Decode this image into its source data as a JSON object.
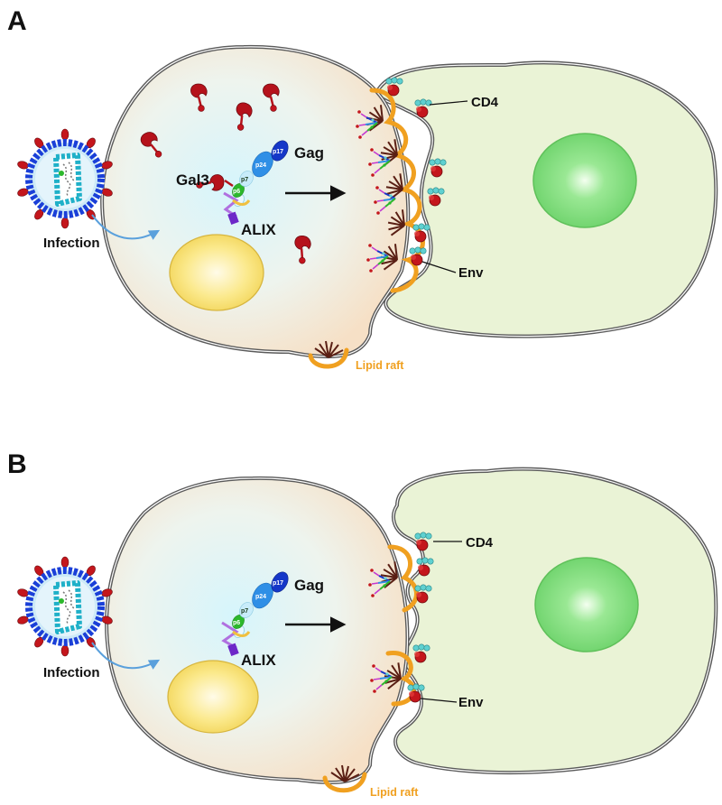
{
  "colors": {
    "membrane": "#5a5a5a",
    "donor_cell_center": "#d8f4fb",
    "donor_cell_edge": "#f6e4d0",
    "target_cell": "#eaf3d6",
    "nucleus_donor": "#f8e27a",
    "nucleus_target": "#8fe08a",
    "lipid_raft": "#f0a020",
    "gal3": "#b5121b",
    "p17": "#1537c8",
    "p24": "#2f8fe6",
    "p7": "#c8ecfa",
    "p6": "#2cb82c",
    "alix": "#b070e0",
    "virus_outer": "#1a3fd8",
    "virus_inner": "#1fb0c8",
    "env": "#c4161c",
    "cd4": "#5fd0d0"
  },
  "panels": [
    {
      "letter": "A",
      "labels": {
        "gag": "Gag",
        "gal3": "Gal3",
        "alix": "ALIX",
        "infection": "Infection",
        "cd4": "CD4",
        "env": "Env",
        "lipid_raft": "Lipid raft"
      },
      "gag_domains": [
        "p17",
        "p24",
        "p7",
        "p6"
      ],
      "gal3_present": true
    },
    {
      "letter": "B",
      "labels": {
        "gag": "Gag",
        "alix": "ALIX",
        "infection": "Infection",
        "cd4": "CD4",
        "env": "Env",
        "lipid_raft": "Lipid raft"
      },
      "gag_domains": [
        "p17",
        "p24",
        "p7",
        "p6"
      ],
      "gal3_present": false
    }
  ]
}
